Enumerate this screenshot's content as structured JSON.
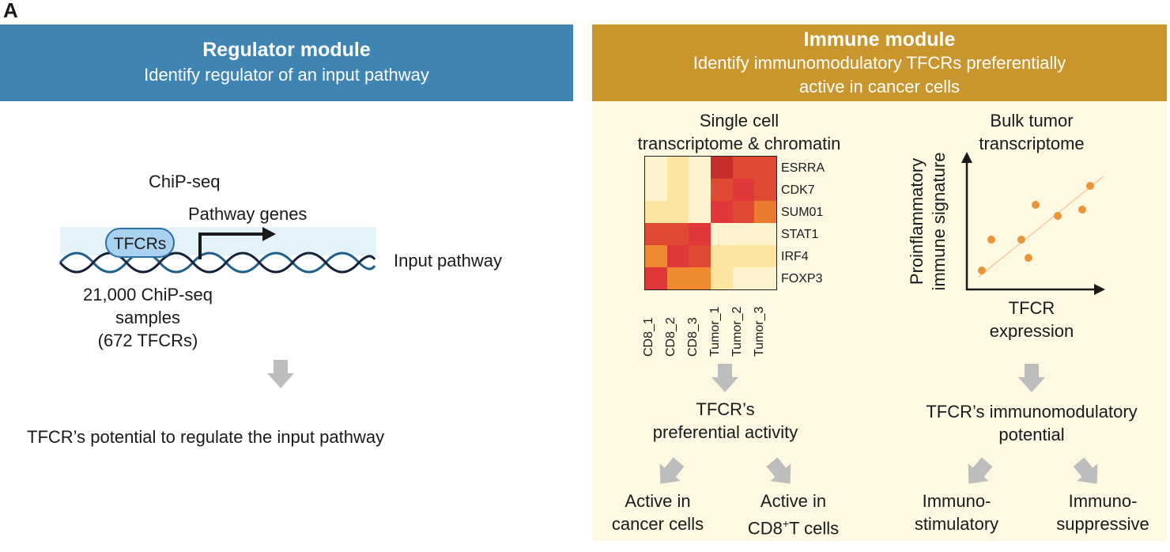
{
  "panel_label": "A",
  "regulator": {
    "title": "Regulator module",
    "subtitle": "Identify regulator of an input pathway",
    "chip_seq_label": "ChiP-seq",
    "pathway_genes_label": "Pathway genes",
    "tfcrs_label": "TFCRs",
    "input_pathway_label": "Input pathway",
    "samples_line1": "21,000 ChiP-seq",
    "samples_line2": "samples",
    "samples_line3": "(672 TFCRs)",
    "result": "TFCR’s potential to regulate the input pathway"
  },
  "immune": {
    "title": "Immune module",
    "subtitle_line1": "Identify immunomodulatory TFCRs preferentially",
    "subtitle_line2": "active in cancer cells",
    "single_cell": {
      "title_line1": "Single cell",
      "title_line2": "transcriptome & chromatin",
      "heatmap": {
        "rows": [
          "ESRRA",
          "CDK7",
          "SUM01",
          "STAT1",
          "IRF4",
          "FOXP3"
        ],
        "columns": [
          "CD8_1",
          "CD8_2",
          "CD8_3",
          "Tumor_1",
          "Tumor_2",
          "Tumor_3"
        ],
        "colors": [
          [
            "#fdf3cf",
            "#fde5a0",
            "#fdf3cf",
            "#c7302a",
            "#e04a32",
            "#e04a32"
          ],
          [
            "#fdf3cf",
            "#fde5a0",
            "#fdf3cf",
            "#e04a32",
            "#e0383a",
            "#e04a32"
          ],
          [
            "#fde5a0",
            "#fde5a0",
            "#fdf3cf",
            "#e0383a",
            "#e04a32",
            "#ea7a2c"
          ],
          [
            "#e04a32",
            "#e04a32",
            "#e0383a",
            "#fdf3cf",
            "#fdf3cf",
            "#fdf3cf"
          ],
          [
            "#ef8a30",
            "#e0383a",
            "#e04a32",
            "#fde5a0",
            "#fde5a0",
            "#fde5a0"
          ],
          [
            "#e0383a",
            "#ef8a30",
            "#ef8a30",
            "#fde5a0",
            "#fdf3cf",
            "#fdf3cf"
          ]
        ]
      },
      "result_line1": "TFCR’s",
      "result_line2": "preferential activity",
      "outcome_left_line1": "Active in",
      "outcome_left_line2": "cancer cells",
      "outcome_right_line1": "Active in",
      "outcome_right_pre": "CD8",
      "outcome_right_sup": "+",
      "outcome_right_post": "T cells"
    },
    "bulk": {
      "title_line1": "Bulk tumor",
      "title_line2": "transcriptome",
      "ylabel_line1": "Proinflammatory",
      "ylabel_line2": "immune signature",
      "xlabel_line1": "TFCR",
      "xlabel_line2": "expression",
      "point_color": "#e8943a",
      "result_line1": "TFCR’s immunomodulatory",
      "result_line2": "potential",
      "outcome_left_line1": "Immuno-",
      "outcome_left_line2": "stimulatory",
      "outcome_right_line1": "Immuno-",
      "outcome_right_line2": "suppressive"
    }
  },
  "colors": {
    "regulator_header": "#3f85b4",
    "immune_header": "#c8962c",
    "immune_background": "#fdf8e2",
    "arrow_gray": "#bdbdbd",
    "dna_blue": "#1f5f8b",
    "dna_dark": "#14233a"
  }
}
